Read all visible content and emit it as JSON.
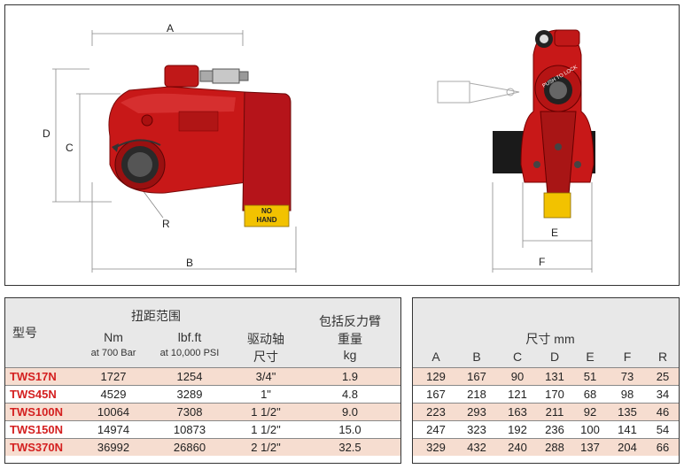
{
  "drawing": {
    "dimension_labels": {
      "a": "A",
      "b": "B",
      "c": "C",
      "d": "D",
      "r": "R",
      "e": "E",
      "f": "F"
    },
    "reaction_arm_label_line1": "NO",
    "reaction_arm_label_line2": "HAND",
    "push_to_lock_text": "PUSH TO LOCK",
    "colors": {
      "tool_red": "#cc1a1a",
      "arm_red": "#b5141a",
      "warning_yellow": "#f2c200",
      "frame": "#333333"
    }
  },
  "spec_table": {
    "headers": {
      "model": "型号",
      "torque_range": "扭距范围",
      "nm": "Nm",
      "nm_sub": "at 700 Bar",
      "lbf": "lbf.ft",
      "lbf_sub": "at 10,000 PSI",
      "drive_line1": "驱动轴",
      "drive_line2": "尺寸",
      "weight_line1": "包括反力臂",
      "weight_line2": "重量",
      "weight_unit": "kg"
    },
    "rows": [
      {
        "model": "TWS17N",
        "nm": "1727",
        "lbf": "1254",
        "drive": "3/4\"",
        "weight": "1.9"
      },
      {
        "model": "TWS45N",
        "nm": "4529",
        "lbf": "3289",
        "drive": "1\"",
        "weight": "4.8"
      },
      {
        "model": "TWS100N",
        "nm": "10064",
        "lbf": "7308",
        "drive": "1 1/2\"",
        "weight": "9.0"
      },
      {
        "model": "TWS150N",
        "nm": "14974",
        "lbf": "10873",
        "drive": "1 1/2\"",
        "weight": "15.0"
      },
      {
        "model": "TWS370N",
        "nm": "36992",
        "lbf": "26860",
        "drive": "2 1/2\"",
        "weight": "32.5"
      }
    ]
  },
  "dim_table": {
    "title": "尺寸 mm",
    "columns": [
      "A",
      "B",
      "C",
      "D",
      "E",
      "F",
      "R"
    ],
    "rows": [
      [
        "129",
        "167",
        "90",
        "131",
        "51",
        "73",
        "25"
      ],
      [
        "167",
        "218",
        "121",
        "170",
        "68",
        "98",
        "34"
      ],
      [
        "223",
        "293",
        "163",
        "211",
        "92",
        "135",
        "46"
      ],
      [
        "247",
        "323",
        "192",
        "236",
        "100",
        "141",
        "54"
      ],
      [
        "329",
        "432",
        "240",
        "288",
        "137",
        "204",
        "66"
      ]
    ]
  }
}
